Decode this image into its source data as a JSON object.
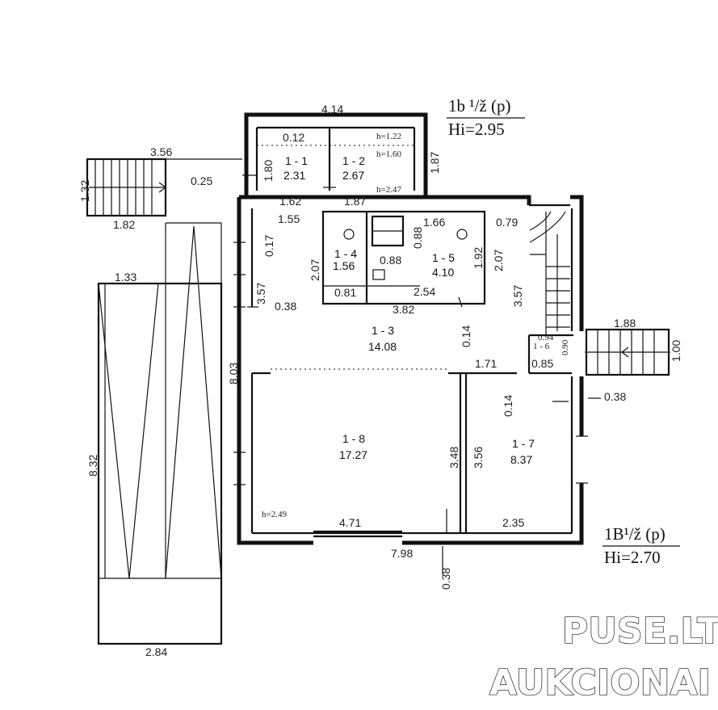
{
  "building_codes": {
    "upper": {
      "code": "1b ¹/ž (p)",
      "height": "Hi=2.95"
    },
    "lower": {
      "code": "1B¹/ž (p)",
      "height": "Hi=2.70"
    }
  },
  "rooms": [
    {
      "id": "1 - 1",
      "area": "2.31"
    },
    {
      "id": "1 - 2",
      "area": "2.67"
    },
    {
      "id": "1 - 3",
      "area": "14.08"
    },
    {
      "id": "1 - 4",
      "area": "1.56"
    },
    {
      "id": "1 - 5",
      "area": "4.10"
    },
    {
      "id": "1 - 6",
      "area": "0.90"
    },
    {
      "id": "1 - 7",
      "area": "8.37"
    },
    {
      "id": "1 - 8",
      "area": "17.27"
    }
  ],
  "heights": [
    "h=1.22",
    "h=1.60",
    "h=2.47",
    "h=2.49"
  ],
  "dimensions": {
    "top_width": "4.14",
    "porch_width": "3.56",
    "porch_offset": "0.25",
    "left_stair_width": "1.32",
    "left_stair_length": "1.82",
    "vestibule_depth": "1.87",
    "r11_width": "0.12",
    "r11_depth": "1.80",
    "r11_wall": "1.62",
    "r12_wall": "1.87",
    "left_jamb": "1.55",
    "wall_017": "0.17",
    "r14_depth": "2.07",
    "r14_width": "0.81",
    "left_357": "3.57",
    "left_038": "0.38",
    "overall_height": "8.03",
    "r15_width": "1.66",
    "r15_door": "0.88",
    "r15_inner": "0.88",
    "r15_depth": "1.92",
    "r15_len": "2.54",
    "bath_width": "3.82",
    "stair_079": "0.79",
    "stair_207": "2.07",
    "stair_357": "3.57",
    "hall_014": "0.14",
    "r16_094": "0.94",
    "r16_085": "0.85",
    "right_stair_width": "1.88",
    "right_stair_depth": "1.00",
    "r17_171": "1.71",
    "r17_014": "0.14",
    "right_038": "0.38",
    "r8_depth": "3.48",
    "r7_depth": "3.56",
    "r8_width": "4.71",
    "r7_width": "2.35",
    "total_width": "7.98",
    "bottom_038": "0.38",
    "terrace_depth": "8.32",
    "terrace_133": "1.33",
    "terrace_width": "2.84"
  },
  "watermark": {
    "line1": "PUSE.LT",
    "line2": "AUKCIONAI"
  }
}
